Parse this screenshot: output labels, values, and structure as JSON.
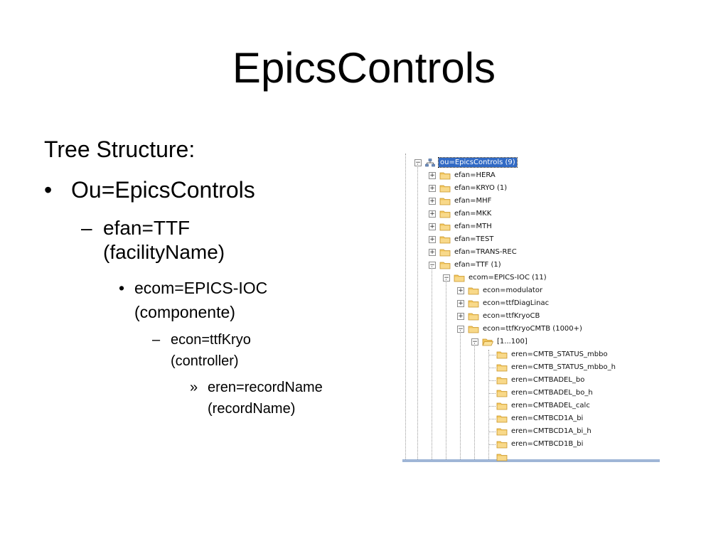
{
  "slide": {
    "title": "EpicsControls",
    "bullets": {
      "heading": "Tree Structure:",
      "level1_marker": "•",
      "level1": "Ou=EpicsControls",
      "level2_marker": "–",
      "level2_line1": "efan=TTF",
      "level2_line2": "(facilityName)",
      "level3_marker": "•",
      "level3_line1": "ecom=EPICS-IOC",
      "level3_line2": "(componente)",
      "level4_marker": "–",
      "level4_line1": "econ=ttfKryo",
      "level4_line2": "(controller)",
      "level5_marker": "»",
      "level5_line1": "eren=recordName",
      "level5_line2": "(recordName)"
    }
  },
  "tree": {
    "colors": {
      "selection": "#316ac5",
      "folder": "#f3c75c",
      "folder_edge": "#c9962e",
      "bottom_bar": "#9fb6d6"
    },
    "root": {
      "label": "ou=EpicsControls (9)",
      "icon": "network-icon",
      "expanded": true,
      "selected": true
    },
    "facilities": [
      {
        "label": "efan=HERA",
        "expanded": false
      },
      {
        "label": "efan=KRYO (1)",
        "expanded": false
      },
      {
        "label": "efan=MHF",
        "expanded": false
      },
      {
        "label": "efan=MKK",
        "expanded": false
      },
      {
        "label": "efan=MTH",
        "expanded": false
      },
      {
        "label": "efan=TEST",
        "expanded": false
      },
      {
        "label": "efan=TRANS-REC",
        "expanded": false
      },
      {
        "label": "efan=TTF (1)",
        "expanded": true
      }
    ],
    "component": {
      "label": "ecom=EPICS-IOC (11)",
      "expanded": true
    },
    "controllers": [
      {
        "label": "econ=modulator",
        "expanded": false
      },
      {
        "label": "econ=ttfDiagLinac",
        "expanded": false
      },
      {
        "label": "econ=ttfKryoCB",
        "expanded": false
      },
      {
        "label": "econ=ttfKryoCMTB (1000+)",
        "expanded": true
      }
    ],
    "range": {
      "label": "[1...100]",
      "expanded": true
    },
    "records": [
      "eren=CMTB_STATUS_mbbo",
      "eren=CMTB_STATUS_mbbo_h",
      "eren=CMTBADEL_bo",
      "eren=CMTBADEL_bo_h",
      "eren=CMTBADEL_calc",
      "eren=CMTBCD1A_bi",
      "eren=CMTBCD1A_bi_h",
      "eren=CMTBCD1B_bi"
    ]
  }
}
